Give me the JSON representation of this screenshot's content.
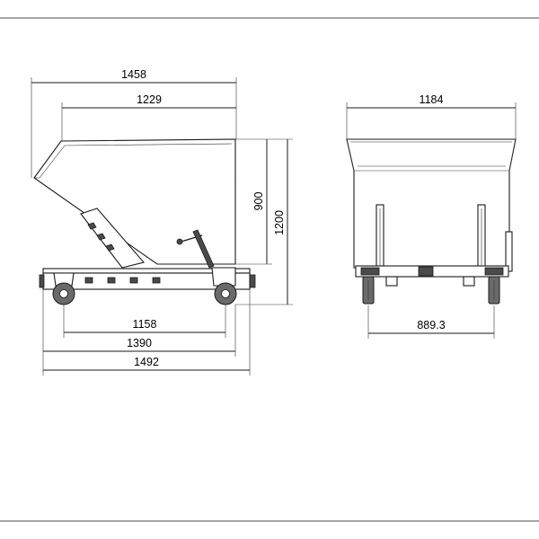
{
  "side_view": {
    "dim_overall_length": "1458",
    "dim_bin_length": "1229",
    "dim_bin_height": "900",
    "dim_overall_height": "1200",
    "dim_wheelbase": "1158",
    "dim_frame_length": "1390",
    "dim_total_length": "1492"
  },
  "front_view": {
    "dim_overall_width": "1184",
    "dim_track_width": "889.3"
  },
  "colors": {
    "line": "#1a1a1a",
    "wheel": "#6a6a6a",
    "frame_border": "#4d4d4d"
  }
}
